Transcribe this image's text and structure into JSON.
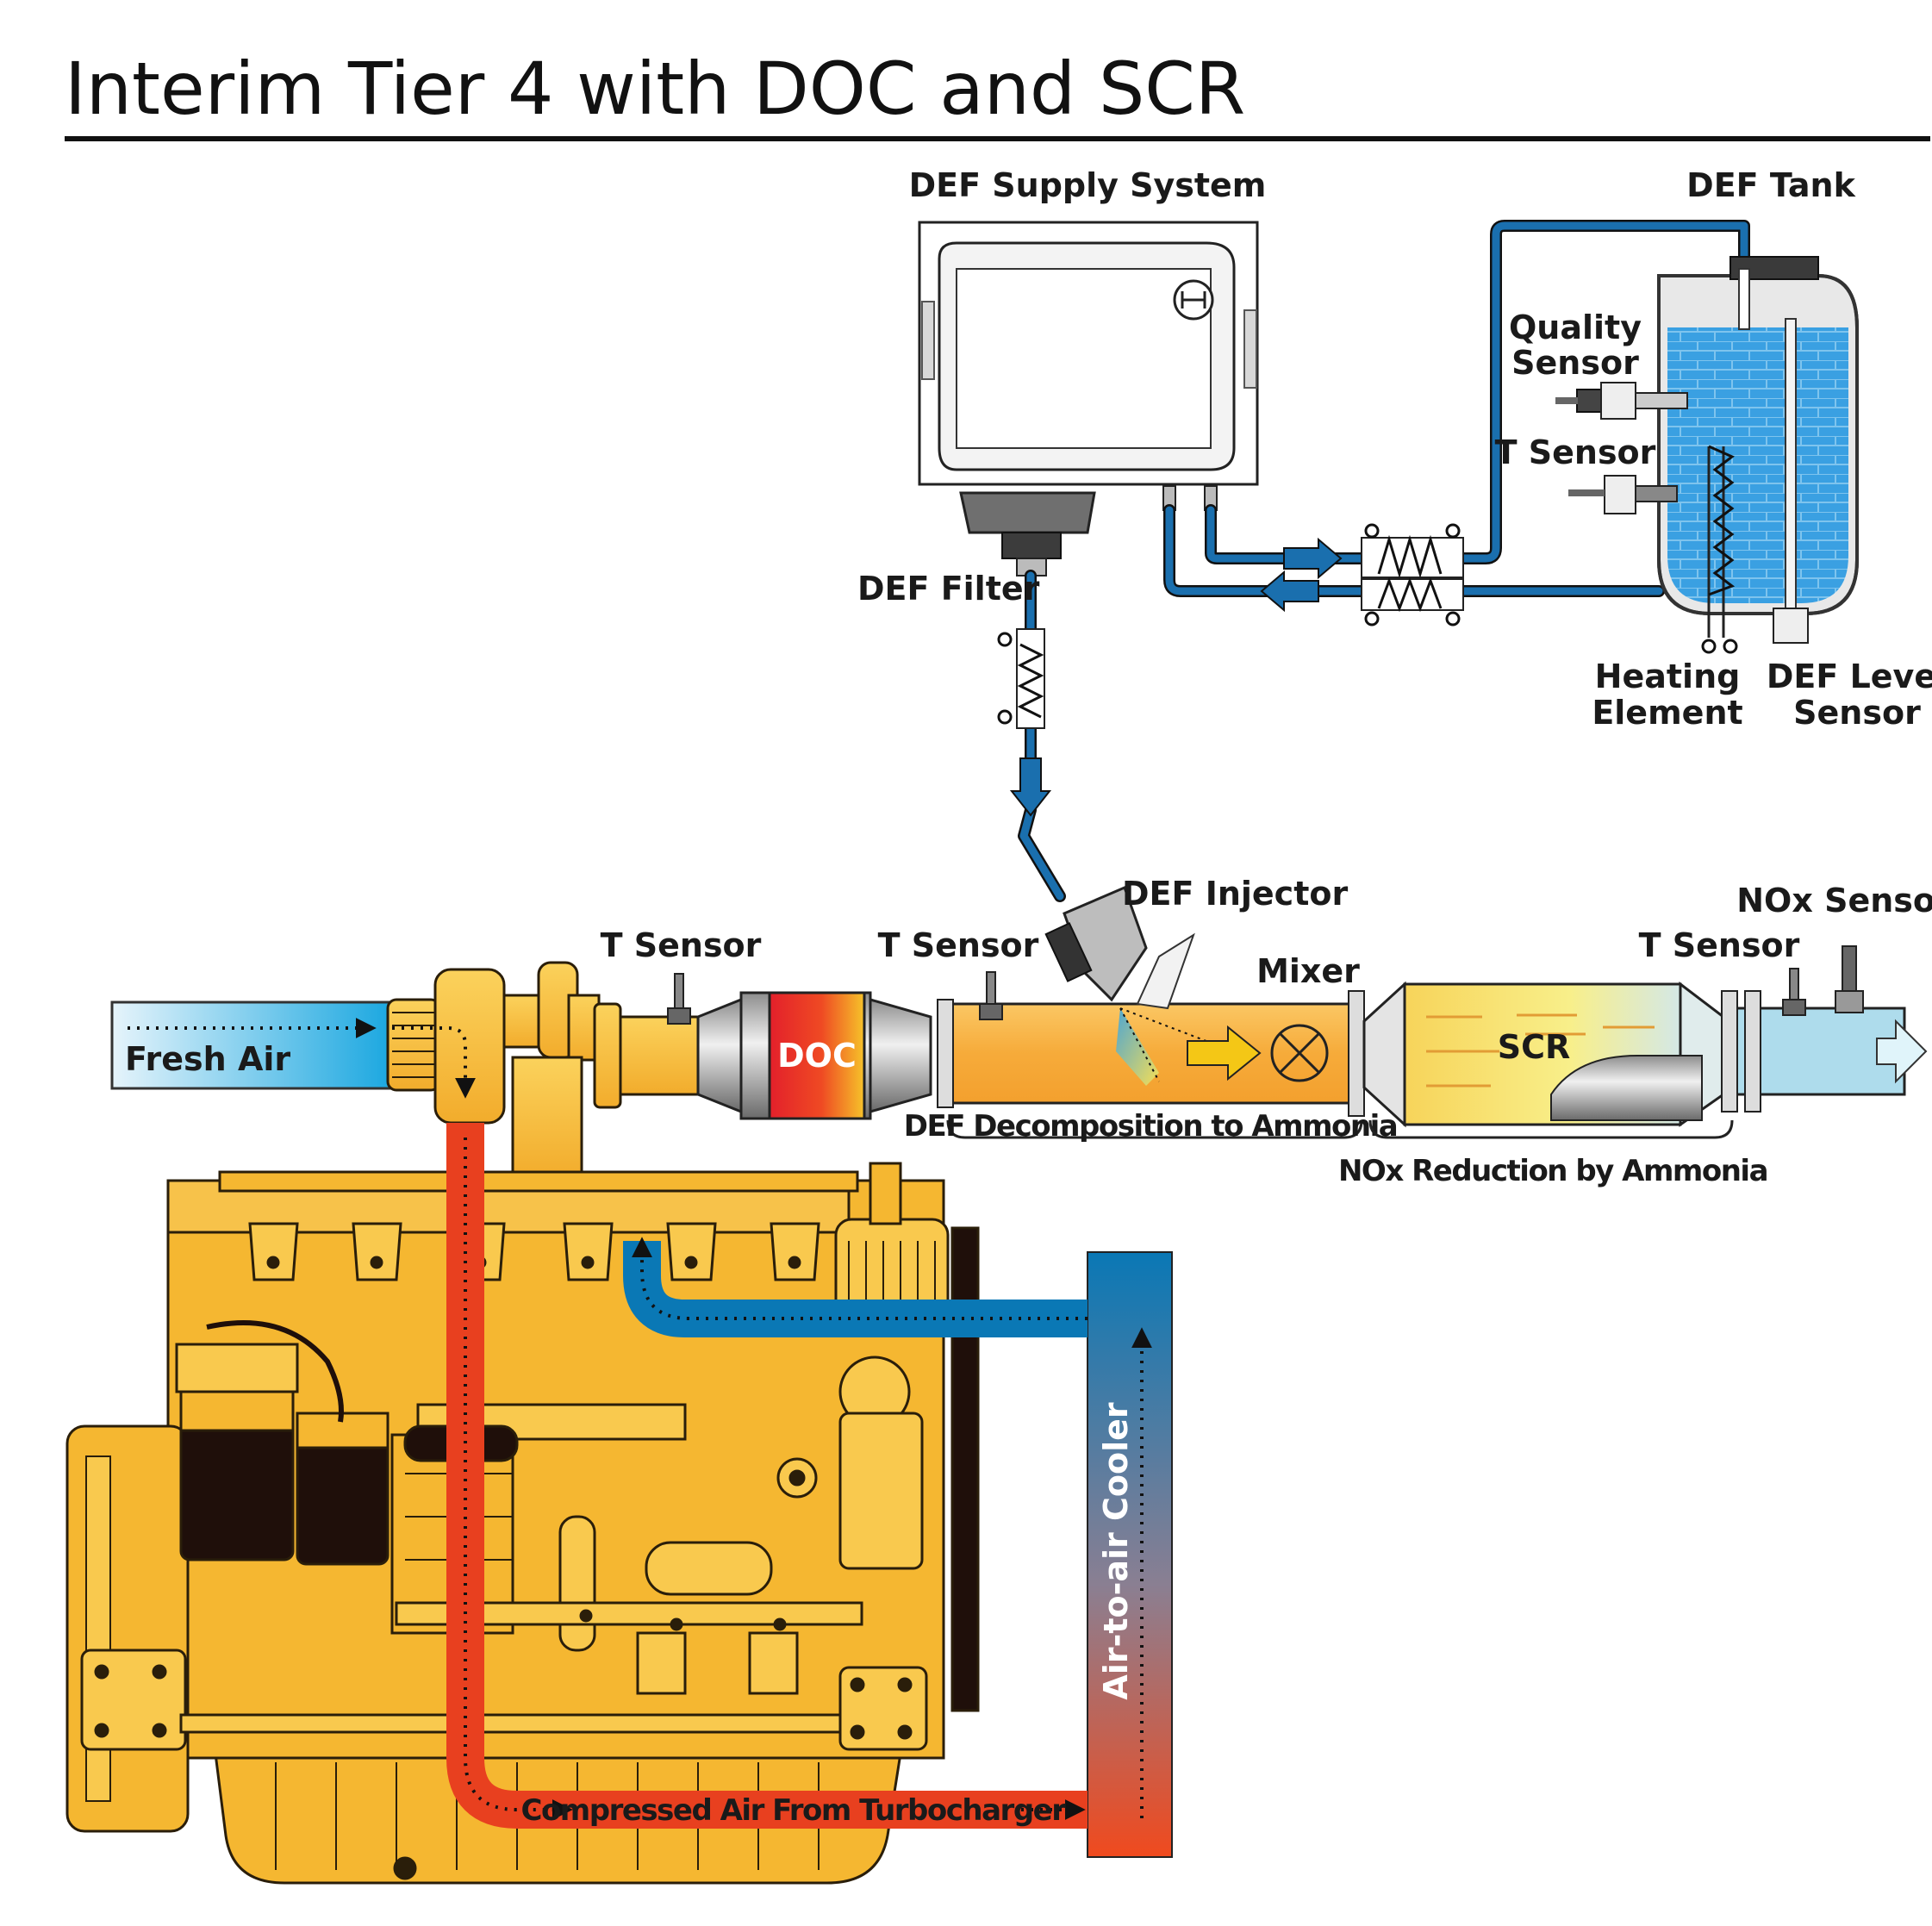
{
  "title": "Interim Tier 4 with DOC and SCR",
  "labels": {
    "def_supply_system": "DEF Supply System",
    "def_tank": "DEF Tank",
    "quality_sensor_1": "Quality",
    "quality_sensor_2": "Sensor",
    "tank_t_sensor": "T Sensor",
    "heating_element_1": "Heating",
    "heating_element_2": "Element",
    "def_level_sensor_1": "DEF Level",
    "def_level_sensor_2": "Sensor",
    "def_filter": "DEF Filter",
    "def_injector": "DEF Injector",
    "nox_sensor": "NOx Sensor",
    "t_sensor_turbo": "T Sensor",
    "t_sensor_doc": "T Sensor",
    "t_sensor_scr": "T Sensor",
    "mixer": "Mixer",
    "fresh_air": "Fresh Air",
    "doc": "DOC",
    "scr": "SCR",
    "def_decomposition": "DEF Decomposition to Ammonia",
    "nox_reduction": "NOx Reduction by Ammonia",
    "compressed_air": "Compressed Air From Turbocharger",
    "air_to_air_cooler": "Air-to-air Cooler"
  },
  "colors": {
    "engine": "#f5b731",
    "engine_outline": "#2a1e0a",
    "def_line": "#1a6fae",
    "def_fluid": "#3a9fe0",
    "hot_air": "#e8401f",
    "cool_air": "#0a78b5",
    "exhaust": "#f6ad3c",
    "doc_hot": "#e8202a",
    "scr_glow": "#f4e45a",
    "clean_exhaust": "#aedcec"
  }
}
